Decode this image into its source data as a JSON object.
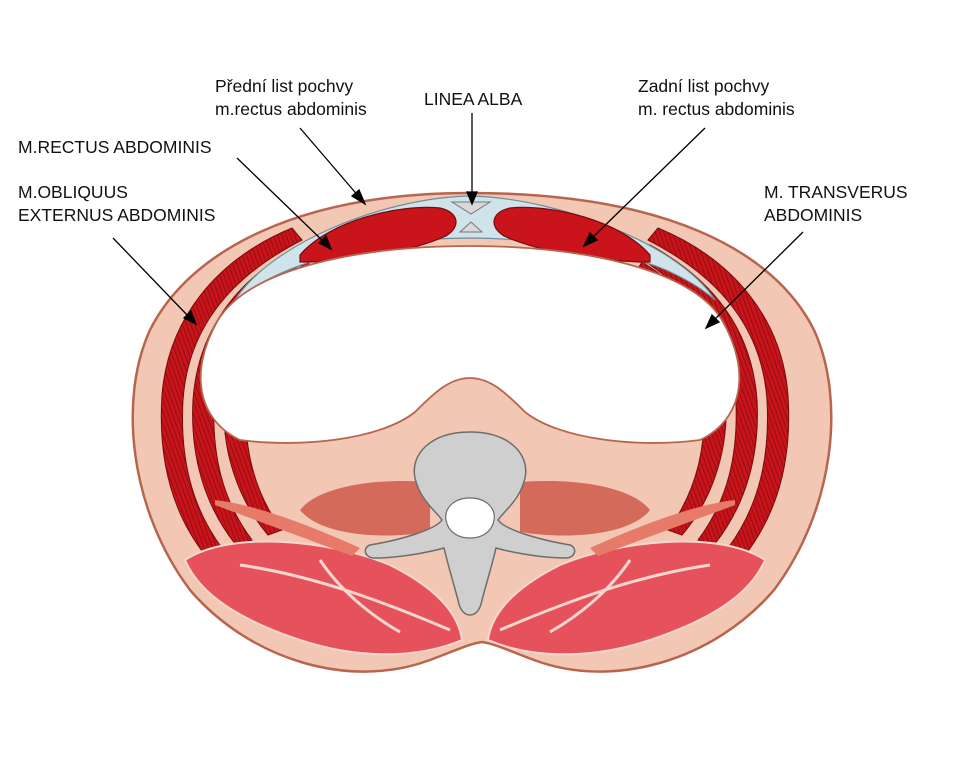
{
  "labels": {
    "anterior_sheath": {
      "line1": "Přední list pochvy",
      "line2": "m.rectus abdominis"
    },
    "linea_alba": {
      "line1": "LINEA ALBA"
    },
    "posterior_sheath": {
      "line1": "Zadní list pochvy",
      "line2": "m. rectus abdominis"
    },
    "rectus": {
      "line1": "M.RECTUS ABDOMINIS"
    },
    "obliquus": {
      "line1": "M.OBLIQUUS",
      "line2": "EXTERNUS ABDOMINIS"
    },
    "transversus": {
      "line1": "M. TRANSVERUS",
      "line2": "ABDOMINIS"
    }
  },
  "colors": {
    "skin": "#f2c7b3",
    "skin_edge": "#b8654f",
    "muscle_red": "#c8141a",
    "muscle_stripe": "#7a0a0c",
    "fascia": "#cfe3ea",
    "back_muscle": "#e5525b",
    "psoas": "#d36a5a",
    "bone": "#cfcfcf",
    "cavity": "#ffffff"
  }
}
